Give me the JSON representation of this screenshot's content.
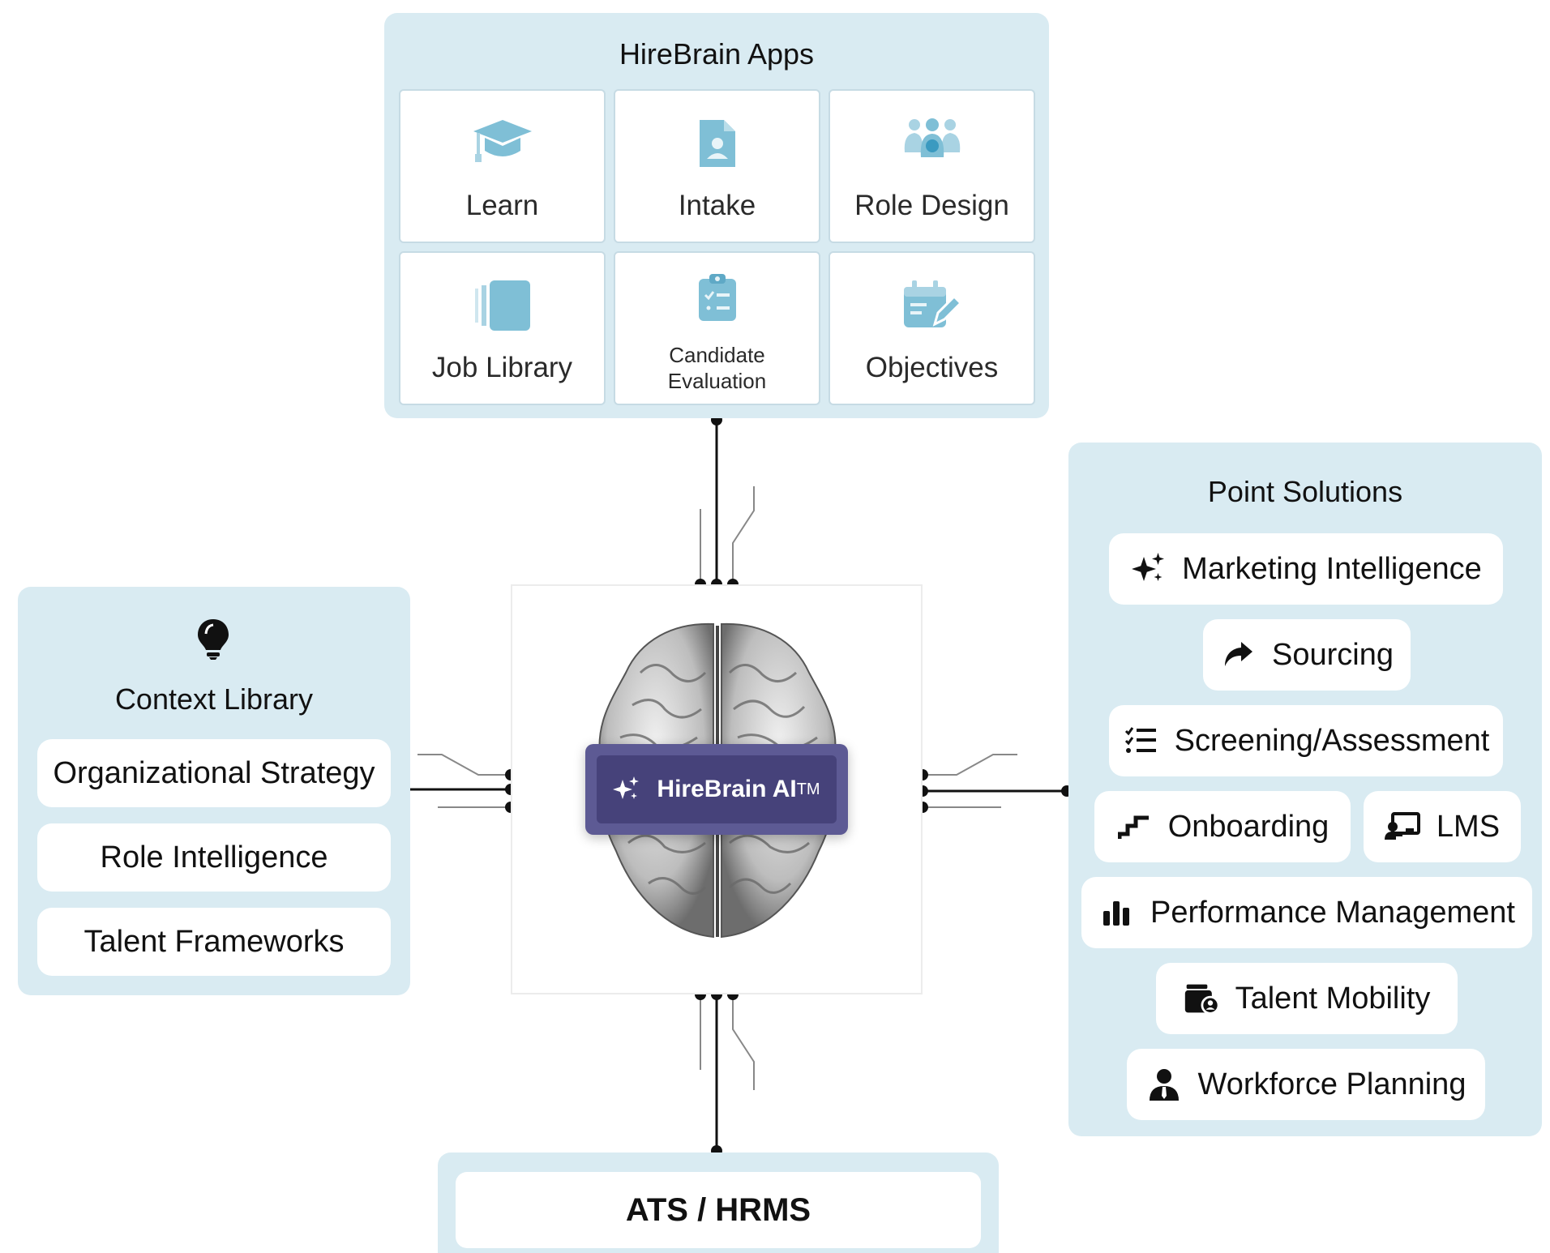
{
  "apps": {
    "title": "HireBrain Apps",
    "tiles": [
      {
        "label": "Learn",
        "icon": "graduation-cap-icon"
      },
      {
        "label": "Intake",
        "icon": "document-person-icon"
      },
      {
        "label": "Role Design",
        "icon": "people-group-icon"
      },
      {
        "label": "Job Library",
        "icon": "book-stack-icon"
      },
      {
        "label": "Candidate Evaluation",
        "icon": "clipboard-check-icon"
      },
      {
        "label": "Objectives",
        "icon": "calendar-edit-icon"
      }
    ]
  },
  "context": {
    "title": "Context Library",
    "icon": "lightbulb-icon",
    "items": [
      "Organizational Strategy",
      "Role Intelligence",
      "Talent Frameworks"
    ]
  },
  "core": {
    "label": "HireBrain AI",
    "trademark": "TM",
    "icon": "sparkles-icon",
    "image": "brain-illustration"
  },
  "point_solutions": {
    "title": "Point Solutions",
    "items": [
      {
        "label": "Marketing Intelligence",
        "icon": "sparkles-icon"
      },
      {
        "label": "Sourcing",
        "icon": "share-arrow-icon"
      },
      {
        "label": "Screening/Assessment",
        "icon": "checklist-icon"
      },
      {
        "label": "Onboarding",
        "icon": "stairs-icon"
      },
      {
        "label": "LMS",
        "icon": "presenter-icon"
      },
      {
        "label": "Performance Management",
        "icon": "bar-chart-icon"
      },
      {
        "label": "Talent Mobility",
        "icon": "wallet-user-icon"
      },
      {
        "label": "Workforce Planning",
        "icon": "user-tie-icon"
      }
    ]
  },
  "bottom": {
    "label": "ATS / HRMS"
  },
  "colors": {
    "panel": "#d9ebf2",
    "tile_border": "#c6dbe4",
    "icon_blue": "#7fbfd6",
    "badge": "#5d5a94",
    "badge_inner": "#46427a"
  }
}
